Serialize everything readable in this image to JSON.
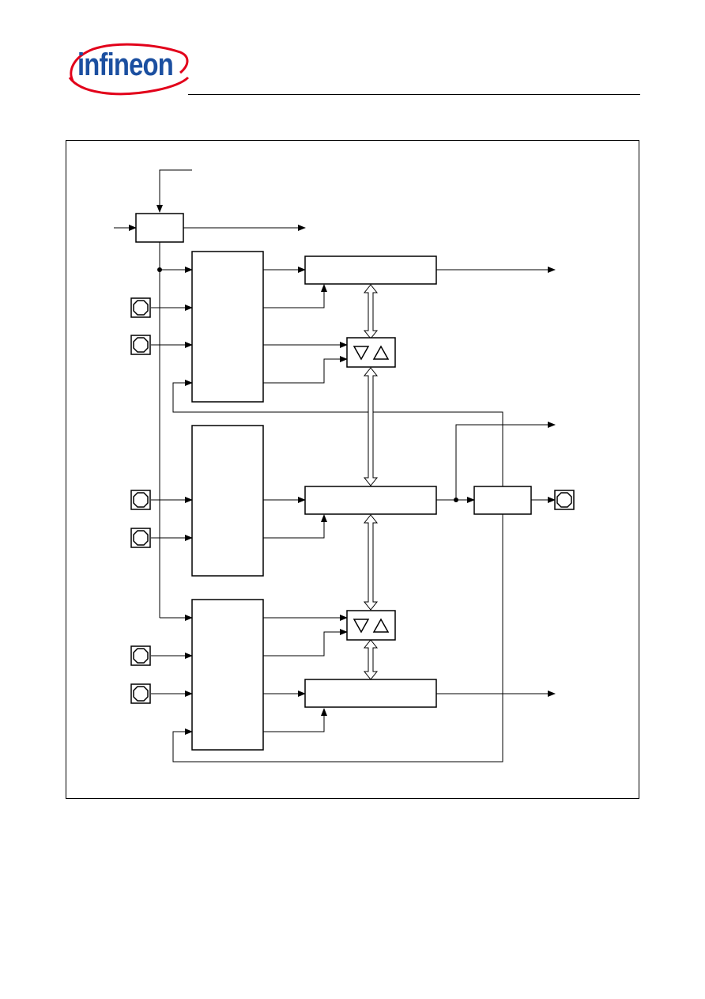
{
  "header": {
    "logo_text": "infineon",
    "brand_color": "#1b4fa0",
    "swoosh_color": "#e2001a"
  },
  "diagram": {
    "blocks": [
      {
        "id": "mux-top",
        "label": ""
      },
      {
        "id": "control-logic-1",
        "label": ""
      },
      {
        "id": "timer-register-1",
        "label": ""
      },
      {
        "id": "up-down-1",
        "label": ""
      },
      {
        "id": "control-logic-2",
        "label": ""
      },
      {
        "id": "timer-register-2",
        "label": ""
      },
      {
        "id": "output-toggle",
        "label": ""
      },
      {
        "id": "control-logic-3",
        "label": ""
      },
      {
        "id": "up-down-3",
        "label": ""
      },
      {
        "id": "timer-register-3",
        "label": ""
      }
    ],
    "pins": [
      {
        "id": "pin-1"
      },
      {
        "id": "pin-2"
      },
      {
        "id": "pin-3"
      },
      {
        "id": "pin-4"
      },
      {
        "id": "pin-5"
      },
      {
        "id": "pin-6"
      },
      {
        "id": "pin-out"
      }
    ],
    "up_down_glyph": "▽△"
  }
}
